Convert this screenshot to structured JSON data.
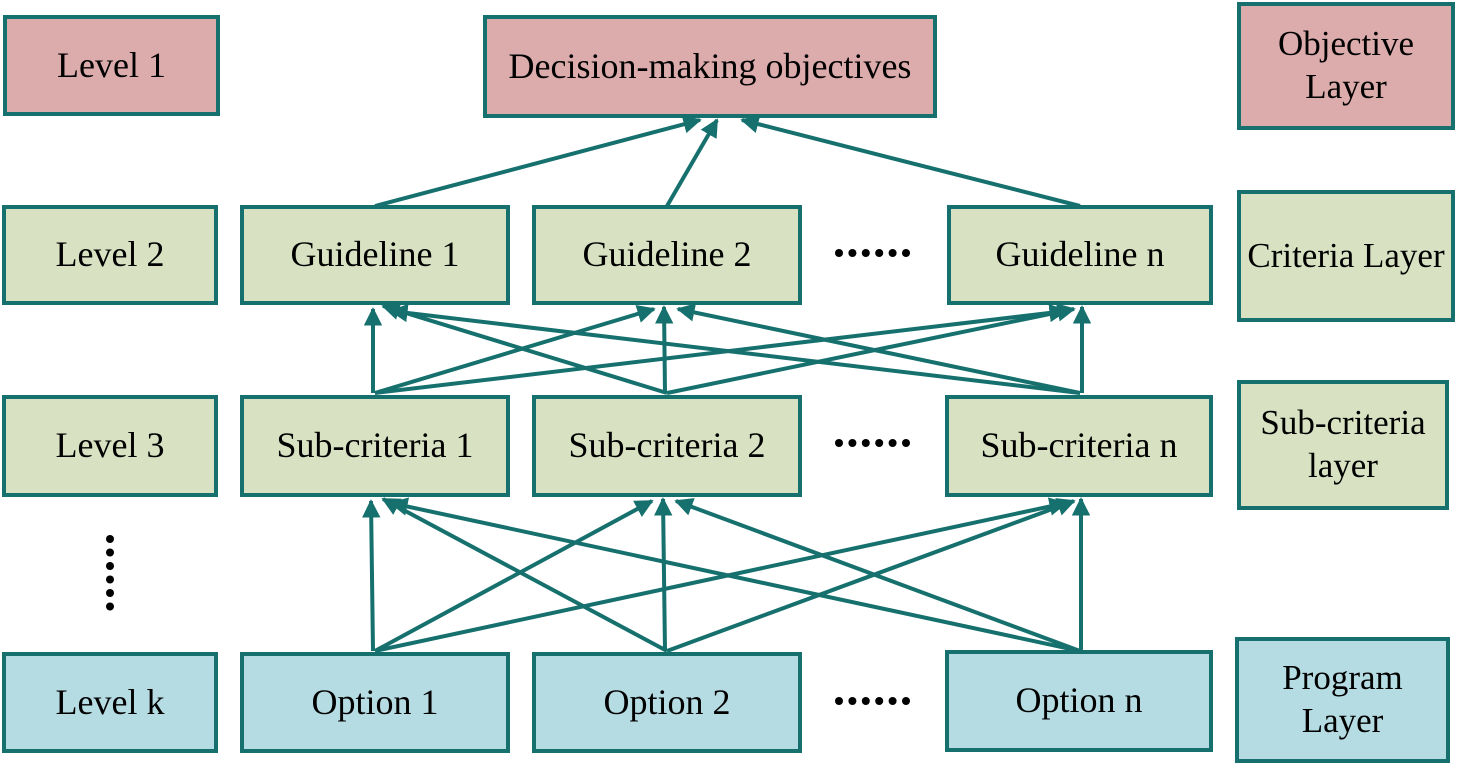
{
  "diagram": {
    "objective_label": "Decision-making objectives",
    "left_levels": [
      "Level 1",
      "Level 2",
      "Level 3",
      "Level k"
    ],
    "criteria": [
      "Guideline 1",
      "Guideline 2",
      "Guideline n"
    ],
    "sub_criteria": [
      "Sub-criteria 1",
      "Sub-criteria 2",
      "Sub-criteria n"
    ],
    "options": [
      "Option 1",
      "Option 2",
      "Option n"
    ],
    "layer_labels": [
      "Objective Layer",
      "Criteria Layer",
      "Sub-criteria layer",
      "Program Layer"
    ],
    "ellipsis_horizontal": "······",
    "ellipsis_vertical": "⋮",
    "edges": {
      "criteria_to_objective": "each Guideline box points up into Decision-making objectives",
      "sub_criteria_to_criteria": "all-to-all: every Sub-criteria box points into every Guideline box",
      "options_to_sub_criteria": "all-to-all: every Option box points into every Sub-criteria box"
    },
    "colors": {
      "outline_and_arrows": "#16706d",
      "objective_fill": "#dcacac",
      "criteria_fill": "#d8e2c2",
      "program_fill": "#b5dce3",
      "text": "#000000",
      "background": "#ffffff"
    }
  }
}
